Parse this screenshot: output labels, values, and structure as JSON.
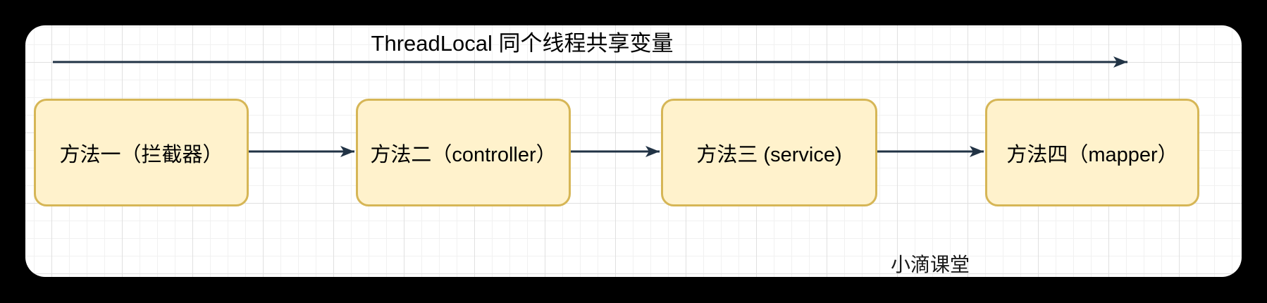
{
  "title": {
    "text": "ThreadLocal 同个线程共享变量"
  },
  "watermark": {
    "text": "小滴课堂"
  },
  "colors": {
    "page_bg": "#000000",
    "canvas_bg": "#ffffff",
    "arrow": "#213345",
    "box_fill": "#fff2cc",
    "box_border": "#d6b656",
    "text": "#000000",
    "grid_minor": "#f1f1f1",
    "grid_major": "#e0e0e0"
  },
  "boxes": [
    {
      "id": "method-1",
      "label": "方法一（拦截器）"
    },
    {
      "id": "method-2",
      "label": "方法二（controller）"
    },
    {
      "id": "method-3",
      "label": "方法三 (service)"
    },
    {
      "id": "method-4",
      "label": "方法四（mapper）"
    }
  ],
  "connections": [
    {
      "from": "method-1",
      "to": "method-2"
    },
    {
      "from": "method-2",
      "to": "method-3"
    },
    {
      "from": "method-3",
      "to": "method-4"
    }
  ],
  "thread_arrow": {
    "description": "spans all four methods left to right"
  }
}
